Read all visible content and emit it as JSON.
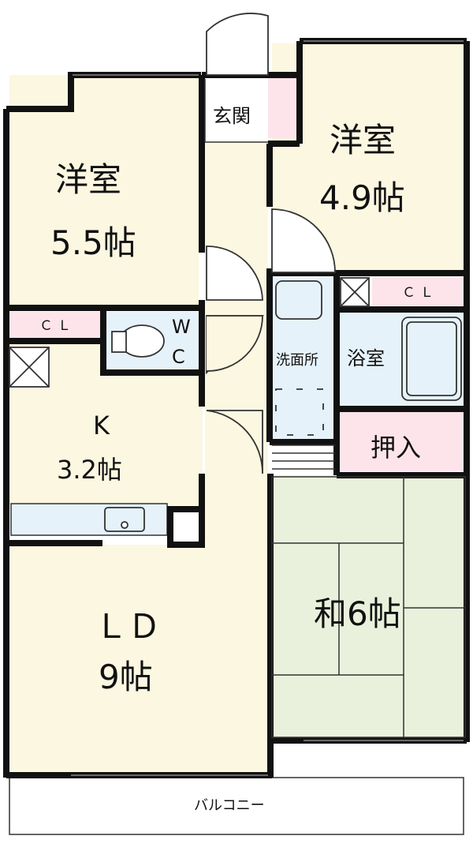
{
  "rooms": {
    "western_1": {
      "name": "洋室",
      "size": "5.5帖"
    },
    "western_2": {
      "name": "洋室",
      "size": "4.9帖"
    },
    "kitchen": {
      "name": "K",
      "size": "3.2帖"
    },
    "living_dining": {
      "name": "ＬＤ",
      "size": "9帖"
    },
    "japanese": {
      "name": "和6帖"
    },
    "entrance": "玄関",
    "toilet": {
      "w": "W",
      "c": "C"
    },
    "washroom": "洗面所",
    "bath": "浴室",
    "storage": "押入",
    "closet_1": "ＣＬ",
    "closet_2": "ＣＬ",
    "balcony": "バルコニー"
  },
  "colors": {
    "wall": "#111111",
    "floor": "#fcf7e1",
    "closet": "#fde4ea",
    "wet": "#e6f2fa",
    "tatami": "#e9f1dc",
    "outline": "#333333"
  }
}
